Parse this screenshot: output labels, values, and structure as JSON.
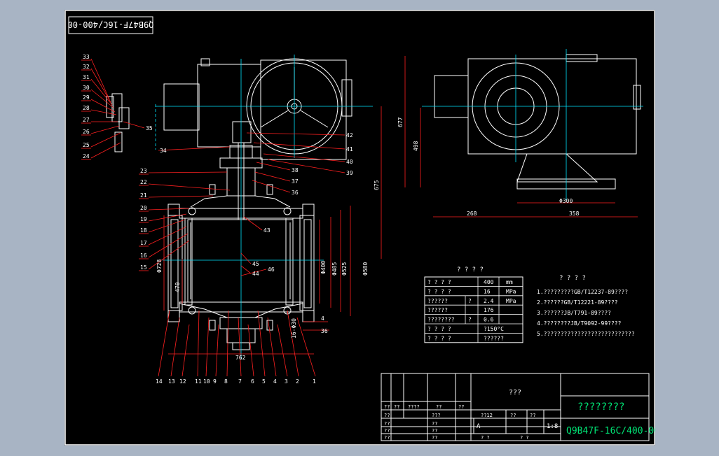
{
  "stamp": "Q9B47F-16C/400-00",
  "tech_title": "? ? ? ?",
  "tech_notes": [
    "1.?????????GB/T12237-89????",
    "2.??????GB/T12221-89????",
    "3.??????JB/T791-89????",
    "4.????????JB/T9092-99????",
    "5.???????????????????????????"
  ],
  "param_title": "? ? ? ?",
  "param_table": {
    "rows": [
      [
        "? ? ? ?",
        "",
        "400",
        "mm"
      ],
      [
        "? ? ? ?",
        "",
        "16",
        "MPa"
      ],
      [
        "??????",
        "?",
        "2.4",
        "MPa"
      ],
      [
        "??????",
        "",
        "176",
        ""
      ],
      [
        "????????",
        "?",
        "0.6",
        ""
      ],
      [
        "? ? ? ?",
        "",
        "?150°C",
        ""
      ],
      [
        "? ? ? ?",
        "",
        "??????",
        ""
      ]
    ]
  },
  "title_block": {
    "name": "???",
    "drawing_title": "????????",
    "drawing_no": "Q9B47F-16C/400-00",
    "grade": "A",
    "scale": "1:8",
    "labels_row": [
      "??",
      "??",
      "????",
      "??",
      "??"
    ],
    "labels_col": [
      "??",
      "??",
      "??",
      "??"
    ],
    "mid_labels": [
      "???",
      "??",
      "??",
      "??"
    ],
    "misc": [
      "??12",
      "??",
      "??",
      "?  ?",
      "?  ?"
    ]
  },
  "dimensions": {
    "d728": "Φ728",
    "d470": "470",
    "d400": "Φ400",
    "d485": "Φ485",
    "d525": "Φ525",
    "d580": "Φ580",
    "d762": "762",
    "d675": "675",
    "d677": "677",
    "d498": "498",
    "d300": "Φ300",
    "d268": "268",
    "d358": "358",
    "d4": "4",
    "d36": "36",
    "d16": "16-Φ30"
  },
  "part_numbers_left": [
    "33",
    "32",
    "31",
    "30",
    "29",
    "28",
    "27",
    "26",
    "25",
    "24",
    "23",
    "22",
    "21",
    "20",
    "19",
    "18",
    "17",
    "16",
    "15"
  ],
  "part_numbers_right": [
    "35",
    "34",
    "42",
    "41",
    "40",
    "39",
    "38",
    "37",
    "36",
    "43",
    "45",
    "44",
    "46"
  ],
  "part_numbers_bottom": [
    "14",
    "13",
    "12",
    "11",
    "10",
    "9",
    "8",
    "7",
    "6",
    "5",
    "4",
    "3",
    "2",
    "1"
  ]
}
